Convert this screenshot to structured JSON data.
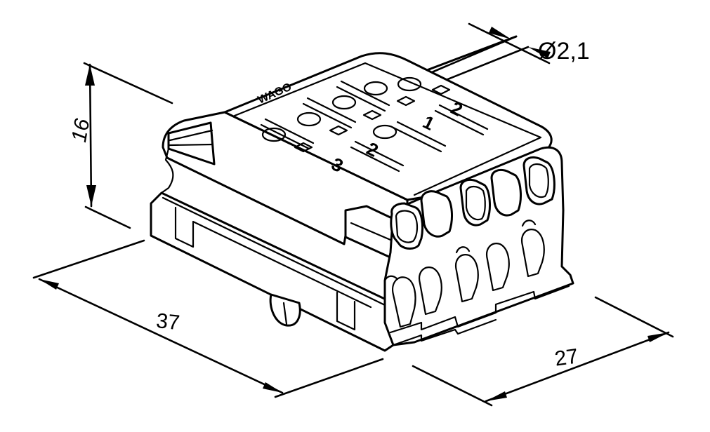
{
  "diagram": {
    "subject": "3-pole terminal block connector, isometric view",
    "dimensions": {
      "height": {
        "label": "16",
        "orientation": "vertical"
      },
      "length": {
        "label": "37",
        "orientation": "along left-front edge"
      },
      "width": {
        "label": "27",
        "orientation": "along right-front edge"
      },
      "diameter": {
        "label": "Ø2,1",
        "orientation": "wire diameter"
      }
    },
    "top_markings": {
      "pole_numbers": [
        "1",
        "2",
        "3"
      ],
      "text": "WAGO"
    },
    "colors": {
      "line": "#000000",
      "background": "#ffffff"
    }
  }
}
